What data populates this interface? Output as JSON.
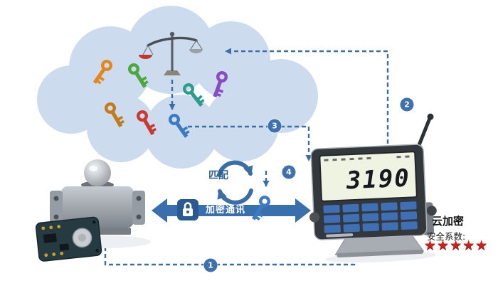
{
  "labels": {
    "match": "匹配",
    "encrypted_comm": "加密通讯",
    "cloud_encrypt": "云加密",
    "safety_factor": "安全系数:"
  },
  "badges": [
    "1",
    "2",
    "3",
    "4"
  ],
  "indicator": {
    "display_value": "3190"
  },
  "stars": {
    "text": "★★★★★",
    "count": 5,
    "color": "#c9211e"
  },
  "keys": [
    {
      "id": "key-orange",
      "color": "#e2871d"
    },
    {
      "id": "key-green",
      "color": "#4aa83d"
    },
    {
      "id": "key-amber",
      "color": "#c27a1a"
    },
    {
      "id": "key-red",
      "color": "#c63a30"
    },
    {
      "id": "key-teal",
      "color": "#2e9c8c"
    },
    {
      "id": "key-purple",
      "color": "#8a4bc0"
    },
    {
      "id": "key-blue-cloud",
      "color": "#3c7ac2"
    },
    {
      "id": "key-blue-center",
      "color": "#3c7ac2"
    }
  ],
  "colors": {
    "cloud": "#ccdcee",
    "arrow": "#3b6ea5",
    "big_arrow": "#3a6fae",
    "lock_badge": "#2b5a91"
  }
}
